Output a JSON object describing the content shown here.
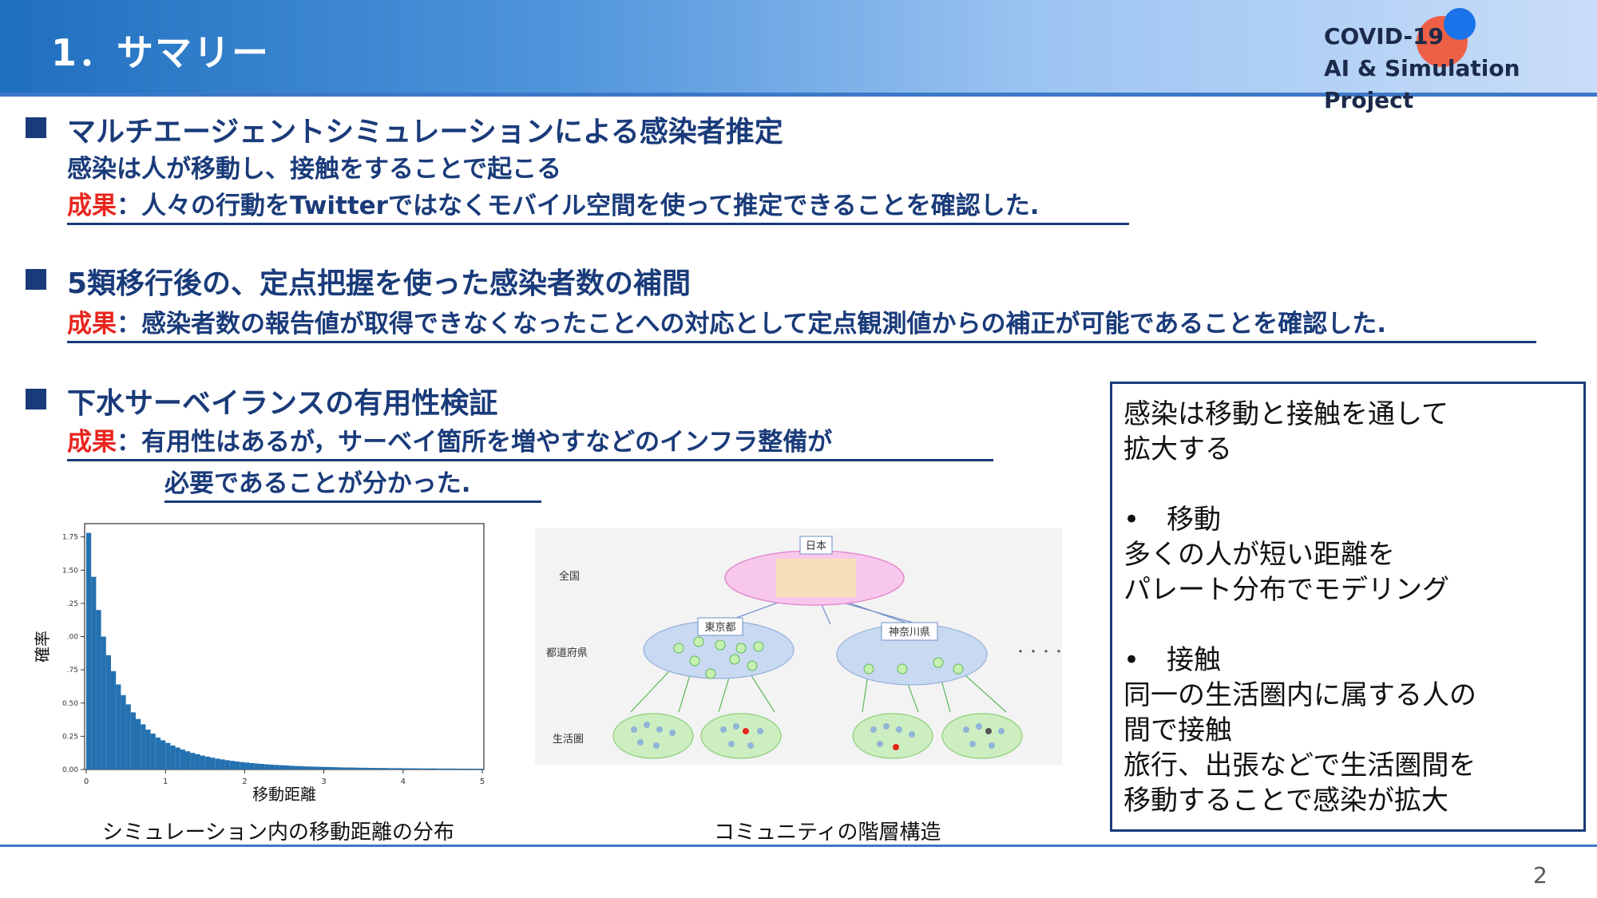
{
  "header": {
    "title": "1．サマリー",
    "brand_line1": "COVID-19",
    "brand_line2": "AI & Simulation Project"
  },
  "sections": [
    {
      "heading": "マルチエージェントシミュレーションによる感染者推定",
      "sub": "感染は人が移動し、接触をすることで起こる",
      "result_label": "成果",
      "result_text": "：人々の行動をTwitterではなくモバイル空間を使って推定できることを確認した. "
    },
    {
      "heading": "5類移行後の、定点把握を使った感染者数の補間",
      "result_label": "成果",
      "result_text": "：感染者数の報告値が取得できなくなったことへの対応として定点観測値からの補正が可能であることを確認した."
    },
    {
      "heading": "下水サーベイランスの有用性検証",
      "result_label": "成果",
      "result_text": "：有用性はあるが，サーベイ箇所を増やすなどのインフラ整備が",
      "result_text2": "必要であることが分かった. "
    }
  ],
  "box": {
    "lines": [
      "感染は移動と接触を通して",
      "拡大する",
      "•　移動",
      "多くの人が短い距離を",
      "パレート分布でモデリング",
      "•　接触",
      "同一の生活圏内に属する人の",
      "間で接触",
      "旅行、出張などで生活圏間を",
      "移動することで感染が拡大"
    ]
  },
  "chart_data": {
    "type": "bar",
    "xlabel": "移動距離",
    "ylabel": "確率",
    "xlim": [
      0,
      5
    ],
    "ylim": [
      0,
      1.85
    ],
    "x_ticks": [
      "0",
      "1",
      "2",
      "3",
      "4",
      "5"
    ],
    "y_ticks": [
      "0.00",
      "0.25",
      "0.50",
      ".75",
      ".00",
      ".25",
      "1.50",
      "1.75"
    ],
    "y_tick_values": [
      0,
      0.25,
      0.5,
      0.75,
      1.0,
      1.25,
      1.5,
      1.75
    ],
    "color": "#2471b0",
    "bin_width": 0.0625,
    "values": [
      1.78,
      1.45,
      1.2,
      1.0,
      0.86,
      0.74,
      0.64,
      0.56,
      0.49,
      0.43,
      0.38,
      0.34,
      0.3,
      0.27,
      0.24,
      0.22,
      0.2,
      0.18,
      0.165,
      0.15,
      0.137,
      0.125,
      0.115,
      0.105,
      0.097,
      0.089,
      0.082,
      0.076,
      0.07,
      0.065,
      0.06,
      0.056,
      0.052,
      0.048,
      0.045,
      0.042,
      0.039,
      0.036,
      0.034,
      0.032,
      0.03,
      0.028,
      0.026,
      0.025,
      0.023,
      0.022,
      0.021,
      0.02,
      0.019,
      0.018,
      0.017,
      0.016,
      0.015,
      0.015,
      0.014,
      0.013,
      0.013,
      0.012,
      0.012,
      0.011,
      0.011,
      0.01,
      0.01,
      0.01,
      0.009,
      0.009,
      0.009,
      0.008,
      0.008,
      0.008,
      0.008,
      0.007,
      0.007,
      0.007,
      0.007,
      0.006,
      0.006,
      0.006,
      0.006,
      0.006
    ]
  },
  "captions": {
    "left": "シミュレーション内の移動距離の分布",
    "right": "コミュニティの階層構造"
  },
  "diagram": {
    "level_national": "全国",
    "level_pref": "都道府県",
    "level_life": "生活圏",
    "japan": "日本",
    "tokyo": "東京都",
    "kanagawa": "神奈川県",
    "ellipsis": "・・・・"
  },
  "page_number": "2"
}
